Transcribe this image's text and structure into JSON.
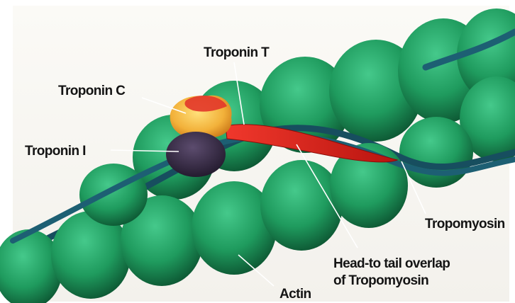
{
  "labels": {
    "troponin_t": "Troponin T",
    "troponin_c": "Troponin C",
    "troponin_i": "Troponin I",
    "tropomyosin": "Tropomyosin",
    "overlap_line1": "Head-to tail overlap",
    "overlap_line2": "of Tropomyosin",
    "actin": "Actin"
  },
  "colors": {
    "actin": "#1f9b5e",
    "actin_dark": "#0d5a34",
    "tropomyosin": "#1d5f73",
    "troponin_t": "#e0261f",
    "troponin_c": "#f2b13a",
    "troponin_i": "#3b2e48"
  }
}
